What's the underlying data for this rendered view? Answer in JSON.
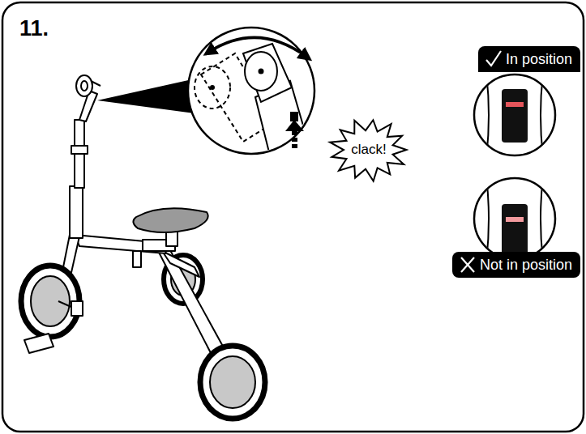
{
  "diagram": {
    "nodes": [
      {
        "text": [
          "clack!"
        ]
      },
      {
        "text": [
          "In position"
        ]
      },
      {
        "text": [
          "Not in position"
        ]
      }
    ],
    "labels": [
      "11."
    ]
  }
}
